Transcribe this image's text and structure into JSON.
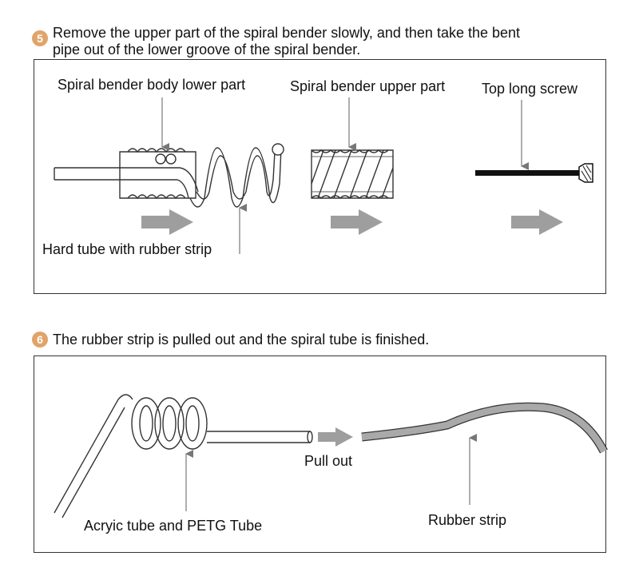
{
  "step5": {
    "number": "5",
    "text_line1": "Remove the upper part of the spiral bender slowly, and then take the bent",
    "text_line2": "pipe out of the lower groove of the spiral bender.",
    "labels": {
      "lower_part": "Spiral bender body lower part",
      "upper_part": "Spiral bender upper part",
      "screw": "Top long screw",
      "hard_tube": "Hard tube with rubber strip"
    }
  },
  "step6": {
    "number": "6",
    "text": "The rubber strip is pulled out and the spiral tube is finished.",
    "labels": {
      "pull_out": "Pull out",
      "acrylic": "Acryic tube and PETG Tube",
      "rubber_strip": "Rubber strip"
    }
  },
  "colors": {
    "badge": "#e0a46a",
    "arrow": "#9e9e9e",
    "pointer": "#777777",
    "outline": "#333333",
    "rubber_strip": "#a9a9a9"
  }
}
